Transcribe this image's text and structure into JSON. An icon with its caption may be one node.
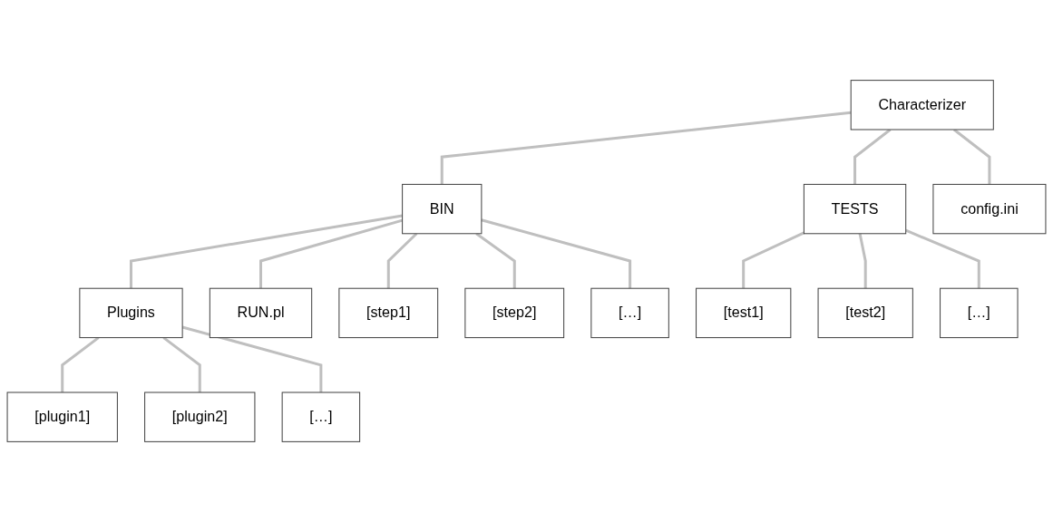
{
  "diagram": {
    "nodes": [
      {
        "text": [
          "Characterizer"
        ]
      },
      {
        "text": [
          "BIN"
        ]
      },
      {
        "text": [
          "TESTS"
        ]
      },
      {
        "text": [
          "config.ini"
        ]
      },
      {
        "text": [
          "Plugins"
        ]
      },
      {
        "text": [
          "RUN.pl"
        ]
      },
      {
        "text": [
          "[step1]"
        ]
      },
      {
        "text": [
          "[step2]"
        ]
      },
      {
        "text": [
          "[…]"
        ]
      },
      {
        "text": [
          "[test1]"
        ]
      },
      {
        "text": [
          "[test2]"
        ]
      },
      {
        "text": [
          "[…]"
        ]
      },
      {
        "text": [
          "[plugin1]"
        ]
      },
      {
        "text": [
          "[plugin2]"
        ]
      },
      {
        "text": [
          "[…]"
        ]
      }
    ],
    "edges": [
      {
        "from": 0,
        "to": 1,
        "arrow": "none"
      },
      {
        "from": 0,
        "to": 2,
        "arrow": "none"
      },
      {
        "from": 0,
        "to": 3,
        "arrow": "none"
      },
      {
        "from": 1,
        "to": 4,
        "arrow": "none"
      },
      {
        "from": 1,
        "to": 5,
        "arrow": "none"
      },
      {
        "from": 1,
        "to": 6,
        "arrow": "none"
      },
      {
        "from": 1,
        "to": 7,
        "arrow": "none"
      },
      {
        "from": 1,
        "to": 8,
        "arrow": "none"
      },
      {
        "from": 2,
        "to": 9,
        "arrow": "none"
      },
      {
        "from": 2,
        "to": 10,
        "arrow": "none"
      },
      {
        "from": 2,
        "to": 11,
        "arrow": "none"
      },
      {
        "from": 4,
        "to": 12,
        "arrow": "none"
      },
      {
        "from": 4,
        "to": 13,
        "arrow": "none"
      },
      {
        "from": 4,
        "to": 14,
        "arrow": "none"
      }
    ]
  }
}
